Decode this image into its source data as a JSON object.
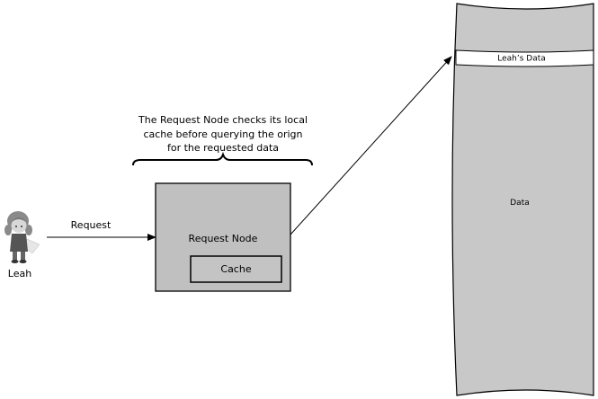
{
  "user": {
    "name": "Leah"
  },
  "request_arrow": {
    "label": "Request"
  },
  "annotation": {
    "lines": [
      "The Request Node checks its local",
      "cache before querying the orign",
      "for the requested data"
    ]
  },
  "request_node": {
    "label": "Request Node",
    "cache_label": "Cache"
  },
  "data_store": {
    "highlight_label": "Leah’s Data",
    "label": "Data"
  },
  "colors": {
    "node_fill": "#c0c0c0",
    "cache_fill": "#c4c4c4",
    "store_fill": "#c8c8c8",
    "highlight_fill": "#ffffff",
    "stroke": "#000000"
  }
}
